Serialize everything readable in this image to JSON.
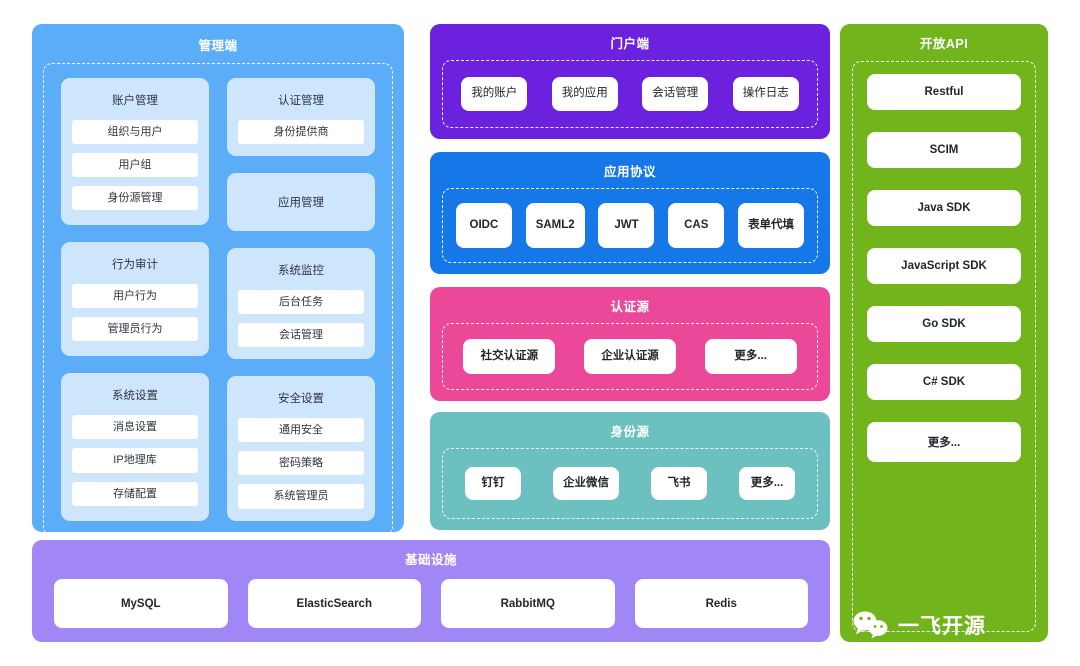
{
  "admin": {
    "title": "管理端",
    "left_groups": [
      {
        "title": "账户管理",
        "items": [
          "组织与用户",
          "用户组",
          "身份源管理"
        ]
      },
      {
        "title": "行为审计",
        "items": [
          "用户行为",
          "管理员行为"
        ]
      },
      {
        "title": "系统设置",
        "items": [
          "消息设置",
          "IP地理库",
          "存储配置"
        ]
      }
    ],
    "right_groups": [
      {
        "title": "认证管理",
        "items": [
          "身份提供商"
        ]
      }
    ],
    "right_solo": "应用管理",
    "right_groups2": [
      {
        "title": "系统监控",
        "items": [
          "后台任务",
          "会话管理"
        ]
      },
      {
        "title": "安全设置",
        "items": [
          "通用安全",
          "密码策略",
          "系统管理员"
        ]
      }
    ]
  },
  "portal": {
    "title": "门户端",
    "items": [
      "我的账户",
      "我的应用",
      "会话管理",
      "操作日志"
    ]
  },
  "protocol": {
    "title": "应用协议",
    "items": [
      "OIDC",
      "SAML2",
      "JWT",
      "CAS",
      "表单代填"
    ]
  },
  "authsrc": {
    "title": "认证源",
    "items": [
      "社交认证源",
      "企业认证源",
      "更多..."
    ]
  },
  "idsrc": {
    "title": "身份源",
    "items": [
      "钉钉",
      "企业微信",
      "飞书",
      "更多..."
    ]
  },
  "api": {
    "title": "开放API",
    "items": [
      "Restful",
      "SCIM",
      "Java SDK",
      "JavaScript SDK",
      "Go SDK",
      "C# SDK",
      "更多..."
    ]
  },
  "infra": {
    "title": "基础设施",
    "items": [
      "MySQL",
      "ElasticSearch",
      "RabbitMQ",
      "Redis"
    ]
  },
  "watermark": {
    "text": "一飞开源"
  },
  "colors": {
    "admin": "#5CADF7",
    "admin_card": "#CEE6FB",
    "portal": "#6B21DE",
    "protocol": "#1677E8",
    "authsrc": "#EB4899",
    "idsrc": "#6CC0BF",
    "api": "#72B41B",
    "infra": "#A187F5",
    "leaf": "#FFFFFF"
  }
}
